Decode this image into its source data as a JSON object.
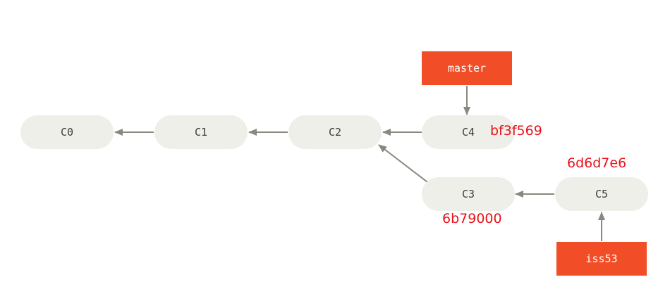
{
  "commits": [
    {
      "id": "c0",
      "label": "C0"
    },
    {
      "id": "c1",
      "label": "C1"
    },
    {
      "id": "c2",
      "label": "C2"
    },
    {
      "id": "c4",
      "label": "C4"
    },
    {
      "id": "c3",
      "label": "C3"
    },
    {
      "id": "c5",
      "label": "C5"
    }
  ],
  "branches": {
    "master": "master",
    "iss53": "iss53"
  },
  "hashes": {
    "c4": "bf3f569",
    "c5": "6d6d7e6",
    "c3": "6b79000"
  },
  "edges": [
    {
      "from": "C1",
      "to": "C0"
    },
    {
      "from": "C2",
      "to": "C1"
    },
    {
      "from": "C4",
      "to": "C2"
    },
    {
      "from": "C3",
      "to": "C2"
    },
    {
      "from": "C5",
      "to": "C3"
    },
    {
      "from": "master",
      "to": "C4"
    },
    {
      "from": "iss53",
      "to": "C5"
    }
  ],
  "colors": {
    "commit_fill": "#efefe9",
    "commit_text": "#3c3c3a",
    "branch_fill": "#f14e27",
    "branch_text": "#ffffff",
    "hash_text": "#e8121b",
    "arrow": "#8a877f"
  }
}
